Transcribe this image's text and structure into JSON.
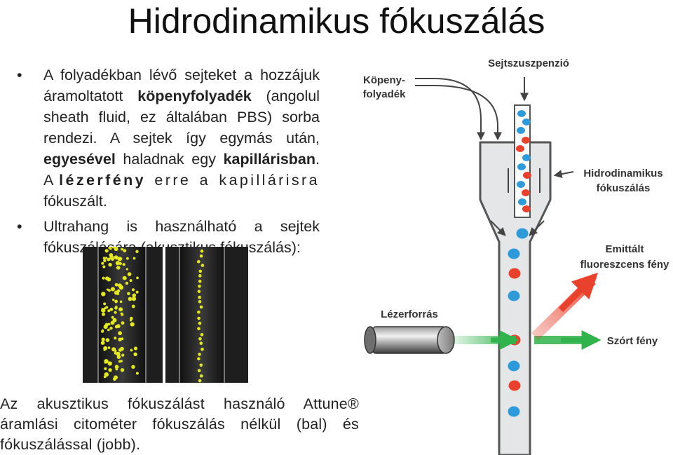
{
  "title": "Hidrodinamikus fókuszálás",
  "bullets": {
    "b1": {
      "p1": "A folyadékban lévő sejteket a hozzájuk áramoltatott ",
      "p2": "köpenyfolyadék",
      "p3": " (angolul sheath fluid, ez általában PBS) sorba rendezi. A sejtek így egymás után, ",
      "p4": "egyesével",
      "p5": " haladnak egy ",
      "p6": "kapillárisban",
      "p7": ". A ",
      "p8": "lézerfény",
      "p9": " erre a kapillárisra",
      "p10": " fókuszált."
    },
    "b2": "Ultrahang is használható a sejtek fókuszálására (akusztikus fókuszálás):"
  },
  "caption": "Az akusztikus fókuszálást használó Attune® áramlási citométer fókuszálás nélkül (bal) és fókuszálással (jobb).",
  "diagram": {
    "sheath_label_1": "Köpeny-",
    "sheath_label_2": "folyadék",
    "suspension_label": "Sejtszuszpenzió",
    "hydro_label_1": "Hidrodinamikus",
    "hydro_label_2": "fókuszálás",
    "emitted_label_1": "Emittált",
    "emitted_label_2": "fluoreszcens fény",
    "laser_label": "Lézerforrás",
    "scatter_label": "Szórt fény"
  },
  "colors": {
    "cell_blue": "#2f9ad9",
    "cell_red": "#e8412c",
    "laser_green": "#2fb34a",
    "emitted_red": "#e8412c",
    "micro_bg": "#1e1e1e",
    "micro_dots": "#e4e81f"
  }
}
